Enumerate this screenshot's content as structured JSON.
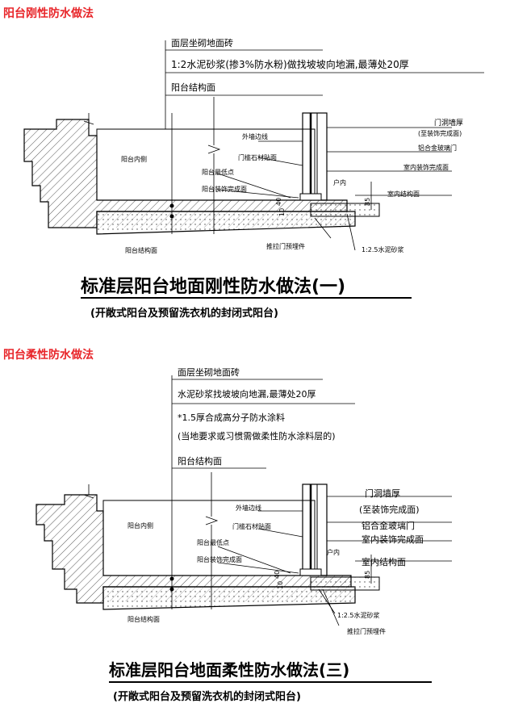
{
  "section1": {
    "heading": "阳台刚性防水做法",
    "labels": {
      "floor_tile": "面层坐砌地面砖",
      "mortar": "1:2水泥砂浆(掺3%防水粉)做找坡坡向地漏,最薄处20厚",
      "structure_top": "阳台结构面",
      "outer_wall_line": "外墙边线",
      "door_sill": "门槛石材贴面",
      "balcony_lowest": "阳台最低点",
      "balcony_finish": "阳台装饰完成面",
      "balcony_interior": "阳台内侧",
      "opening_thickness": "门洞墙厚",
      "to_finish": "(至装饰完成面)",
      "alu_door": "铝合金玻璃门",
      "indoor_finish": "室内装饰完成面",
      "indoor_structure": "室内结构面",
      "indoor": "户内",
      "structure_bottom": "阳台结构面",
      "embedded": "推拉门预埋件",
      "mortar_125": "1:2.5水泥砂浆",
      "dim_40": "40",
      "dim_10": "10",
      "dim_85": "85"
    },
    "title": "标准层阳台地面刚性防水做法(一)",
    "subtitle": "(开敞式阳台及预留洗衣机的封闭式阳台)"
  },
  "section2": {
    "heading": "阳台柔性防水做法",
    "labels": {
      "floor_tile": "面层坐砌地面砖",
      "mortar": "水泥砂浆找坡坡向地漏,最薄处20厚",
      "coating": "*1.5厚合成高分子防水涂料",
      "coating_note": "(当地要求或习惯需做柔性防水涂料层的)",
      "structure_top": "阳台结构面",
      "outer_wall_line": "外墙边线",
      "door_sill": "门槛石材贴面",
      "balcony_lowest": "阳台最低点",
      "balcony_finish": "阳台装饰完成面",
      "balcony_interior": "阳台内侧",
      "opening_thickness": "门洞墙厚",
      "to_finish": "(至装饰完成面)",
      "alu_door": "铝合金玻璃门",
      "indoor_finish": "室内装饰完成面",
      "indoor_structure": "室内结构面",
      "indoor": "户内",
      "structure_bottom": "阳台结构面",
      "mortar_125": "1:2.5水泥砂浆",
      "embedded": "推拉门预埋件",
      "dim_40": "40",
      "dim_10": "10",
      "dim_85": "85"
    },
    "title": "标准层阳台地面柔性防水做法(三)",
    "subtitle": "(开敞式阳台及预留洗衣机的封闭式阳台)"
  },
  "colors": {
    "heading": "#e8262a",
    "line": "#000000",
    "hatch": "#555555",
    "background": "#ffffff"
  }
}
